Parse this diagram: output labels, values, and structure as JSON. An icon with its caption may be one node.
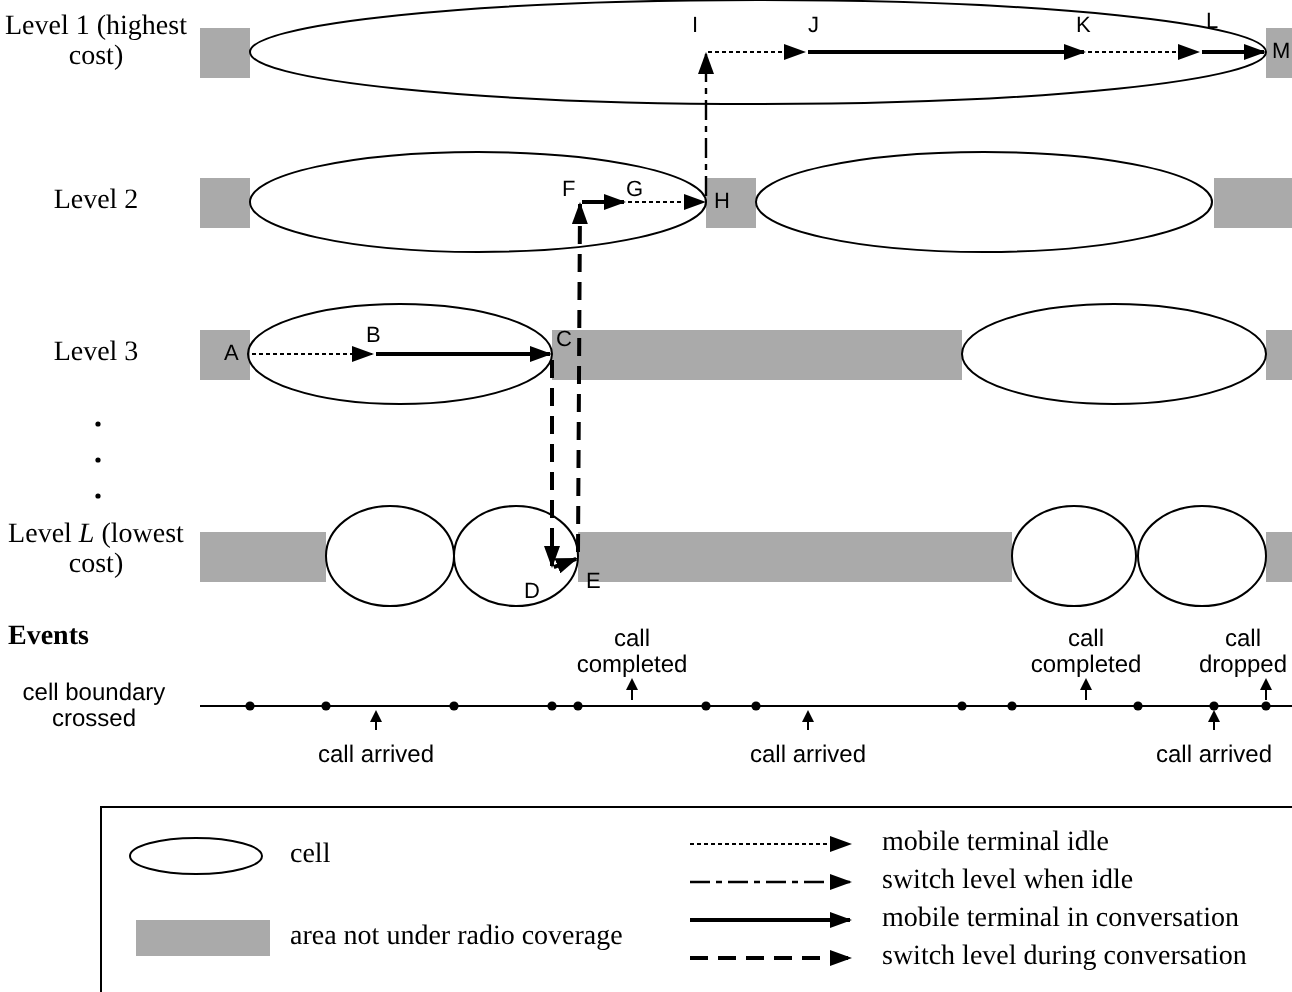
{
  "diagram": {
    "nodes": [
      {
        "text": [
          "A"
        ]
      },
      {
        "text": [
          "B"
        ]
      },
      {
        "text": [
          "C"
        ]
      },
      {
        "text": [
          "D"
        ]
      },
      {
        "text": [
          "E"
        ]
      },
      {
        "text": [
          "F"
        ]
      },
      {
        "text": [
          "G"
        ]
      },
      {
        "text": [
          "H"
        ]
      },
      {
        "text": [
          "I"
        ]
      },
      {
        "text": [
          "J"
        ]
      },
      {
        "text": [
          "K"
        ]
      },
      {
        "text": [
          "L"
        ]
      },
      {
        "text": [
          "M"
        ]
      }
    ],
    "edges": [
      {
        "from": 0,
        "to": 1,
        "arrow": "to",
        "style": "dashed"
      },
      {
        "from": 1,
        "to": 2,
        "arrow": "to"
      },
      {
        "from": 2,
        "to": 3,
        "arrow": "to",
        "style": "dashed"
      },
      {
        "from": 3,
        "to": 4,
        "arrow": "to"
      },
      {
        "from": 4,
        "to": 5,
        "arrow": "to",
        "style": "dashed"
      },
      {
        "from": 5,
        "to": 6,
        "arrow": "to"
      },
      {
        "from": 6,
        "to": 7,
        "arrow": "to",
        "style": "dashed"
      },
      {
        "from": 7,
        "to": 8,
        "arrow": "to",
        "style": "dashed"
      },
      {
        "from": 8,
        "to": 9,
        "arrow": "to",
        "style": "dashed"
      },
      {
        "from": 9,
        "to": 10,
        "arrow": "to"
      },
      {
        "from": 10,
        "to": 11,
        "arrow": "to",
        "style": "dashed"
      },
      {
        "from": 11,
        "to": 12,
        "arrow": "to"
      }
    ],
    "labels": [
      "Level 1 (highest cost)",
      "Level 2",
      "Level 3",
      "Level *L* (lowest cost)",
      "Events",
      "call completed",
      "call completed",
      "call dropped",
      "cell boundary crossed",
      "call arrived",
      "call arrived",
      "call arrived"
    ],
    "legend": [
      {
        "text": "cell"
      },
      {
        "text": "area not under radio coverage",
        "color": "#aaaaaa"
      },
      {
        "text": "mobile terminal idle"
      },
      {
        "text": "switch level when idle"
      },
      {
        "text": "mobile terminal in conversation"
      },
      {
        "text": "switch level during conversation"
      }
    ]
  }
}
